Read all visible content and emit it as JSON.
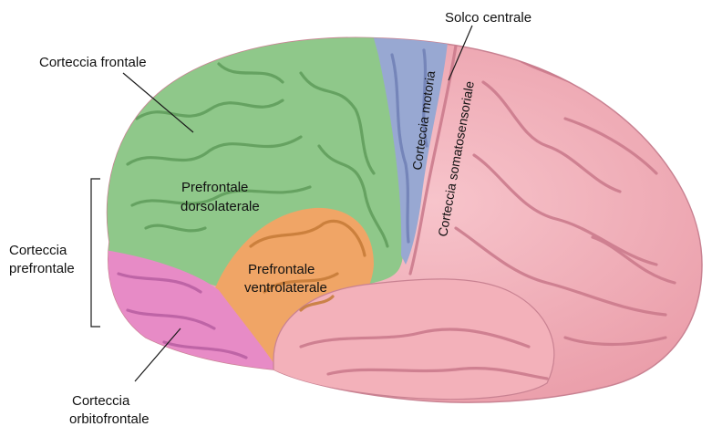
{
  "labels": {
    "frontal_cortex": "Corteccia frontale",
    "central_sulcus": "Solco centrale",
    "motor_cortex": "Corteccia motoria",
    "somatosensory_cortex": "Corteccia somatosensoriale",
    "dorsolateral_line1": "Prefrontale",
    "dorsolateral_line2": "dorsolaterale",
    "ventrolateral_line1": "Prefrontale",
    "ventrolateral_line2": "ventrolaterale",
    "prefrontal_line1": "Corteccia",
    "prefrontal_line2": "prefrontale",
    "orbitofrontal_line1": "Corteccia",
    "orbitofrontal_line2": "orbitofrontale"
  },
  "colors": {
    "frontal_green": "#8fc88a",
    "motor_blue": "#98a8d2",
    "ventrolateral_orange": "#f0a566",
    "orbitofrontal_magenta": "#e78bc6",
    "brain_pink": "#f2aab4",
    "sulcus_line": "#c9788a"
  }
}
